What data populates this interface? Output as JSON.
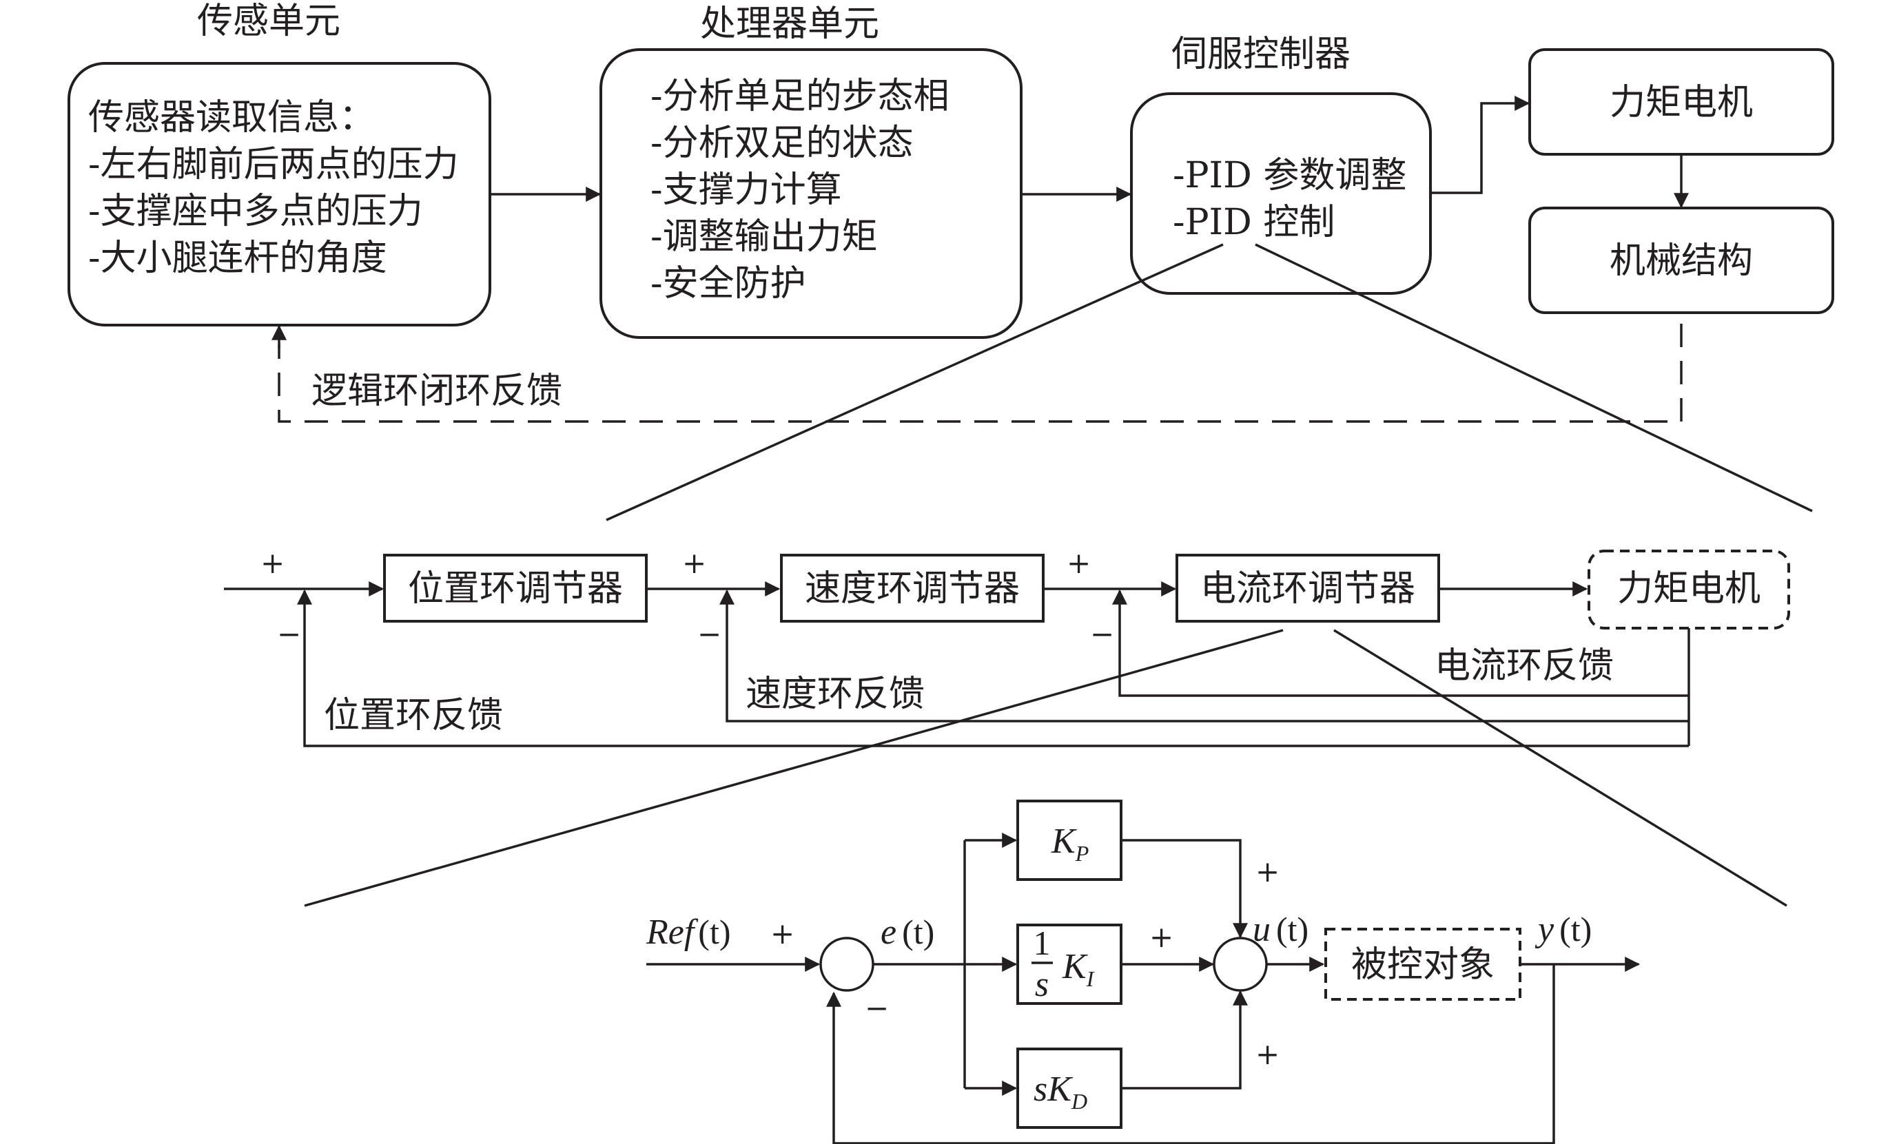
{
  "colors": {
    "stroke": "#231f20",
    "background": "#ffffff"
  },
  "top": {
    "sensor": {
      "title": "传感单元",
      "lines": [
        "传感器读取信息：",
        "-左右脚前后两点的压力",
        "-支撑座中多点的压力",
        "-大小腿连杆的角度"
      ]
    },
    "processor": {
      "title": "处理器单元",
      "lines": [
        "-分析单足的步态相",
        "-分析双足的状态",
        "-支撑力计算",
        "-调整输出力矩",
        "-安全防护"
      ]
    },
    "servo": {
      "title": "伺服控制器",
      "lines": [
        "-PID 参数调整",
        "-PID 控制"
      ]
    },
    "torque_motor": "力矩电机",
    "mechanism": "机械结构",
    "feedback_label": "逻辑环闭环反馈"
  },
  "middle": {
    "position_regulator": "位置环调节器",
    "speed_regulator": "速度环调节器",
    "current_regulator": "电流环调节器",
    "torque_motor": "力矩电机",
    "current_feedback": "电流环反馈",
    "speed_feedback": "速度环反馈",
    "position_feedback": "位置环反馈",
    "plus": "+",
    "minus": "−"
  },
  "bottom": {
    "ref": "Ref",
    "t_arg": "(t)",
    "e": "e",
    "u": "u",
    "y": "y",
    "kp_base": "K",
    "kp_sub": "P",
    "ki_num": "1",
    "ki_den": "s",
    "ki_base": "K",
    "ki_sub": "I",
    "kd_s": "s",
    "kd_base": "K",
    "kd_sub": "D",
    "plant": "被控对象",
    "plus": "+",
    "minus": "−"
  }
}
